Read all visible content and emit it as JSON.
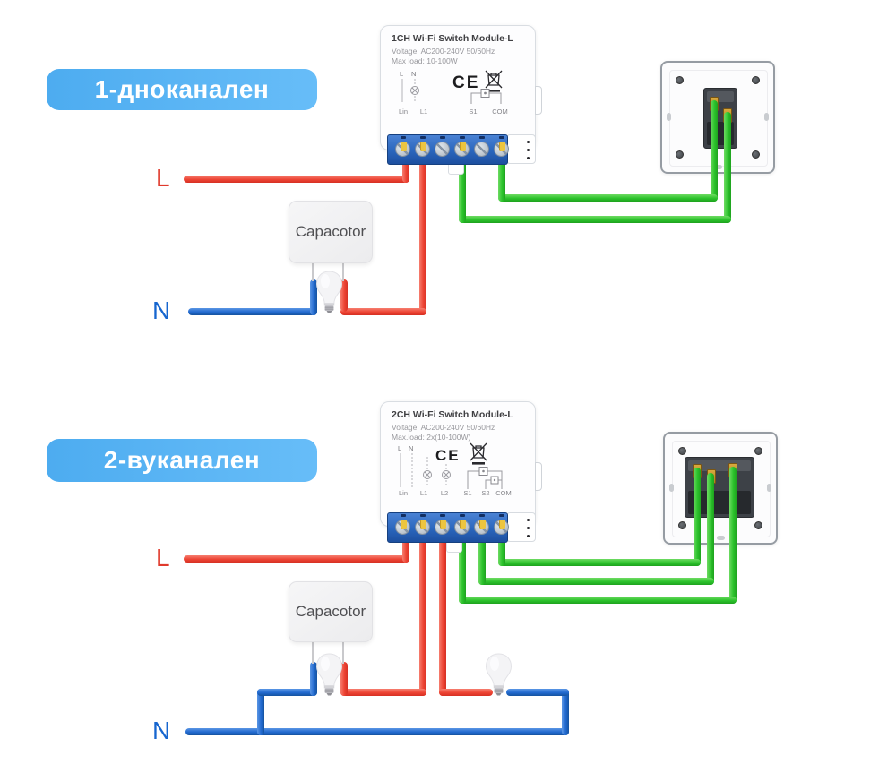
{
  "diagram1": {
    "badge": "1-дноканален",
    "wire_labels": {
      "live": "L",
      "neutral": "N"
    },
    "capacitor_label": "Capacotor",
    "module": {
      "title": "1CH Wi-Fi Switch Module-L",
      "voltage": "Voltage: AC200-240V 50/60Hz",
      "max_load": "Max load: 10-100W",
      "ce_mark": "CE",
      "schematic": {
        "live": "L",
        "neutral": "N"
      },
      "terminals": [
        "Lin",
        "L1",
        "S1",
        "COM"
      ]
    }
  },
  "diagram2": {
    "badge": "2-вуканален",
    "wire_labels": {
      "live": "L",
      "neutral": "N"
    },
    "capacitor_label": "Capacotor",
    "module": {
      "title": "2CH Wi-Fi Switch Module-L",
      "voltage": "Voltage: AC200-240V 50/60Hz",
      "max_load": "Max.load: 2x(10-100W)",
      "ce_mark": "CE",
      "schematic": {
        "live": "L",
        "neutral": "N"
      },
      "terminals": [
        "Lin",
        "L1",
        "L2",
        "S1",
        "S2",
        "COM"
      ]
    }
  },
  "colors": {
    "live_wire": "#ed4434",
    "neutral_wire": "#2169cf",
    "switch_wire": "#2cc32c",
    "badge_blue": "#58b3f4",
    "terminal_block_blue": "#2a66bd"
  }
}
